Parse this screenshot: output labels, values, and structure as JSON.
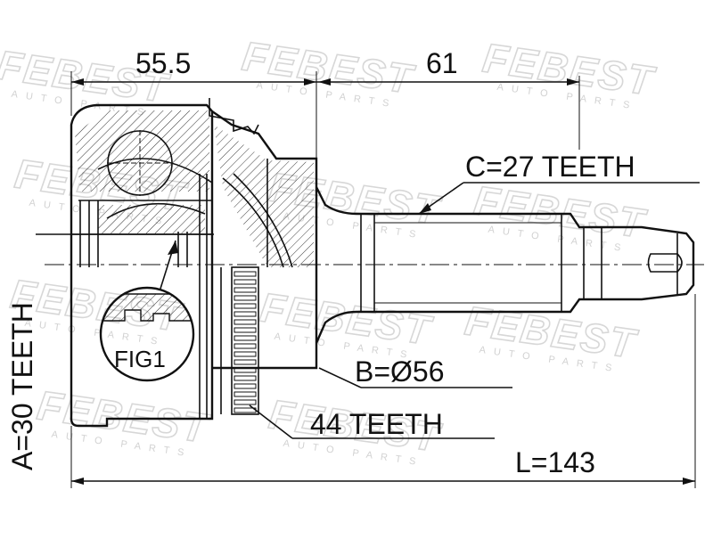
{
  "watermark": {
    "brand": "FEBEST",
    "tagline": "AUTO PARTS"
  },
  "dimensions": {
    "outer_length": "55.5",
    "shaft_length": "61",
    "total_length": "L=143"
  },
  "specs": {
    "spline_outer": "C=27 TEETH",
    "spline_inner": "A=30 TEETH",
    "seal_diameter": "B=Ø56",
    "abs_ring": "44 TEETH"
  },
  "detail_label": "FIG1"
}
